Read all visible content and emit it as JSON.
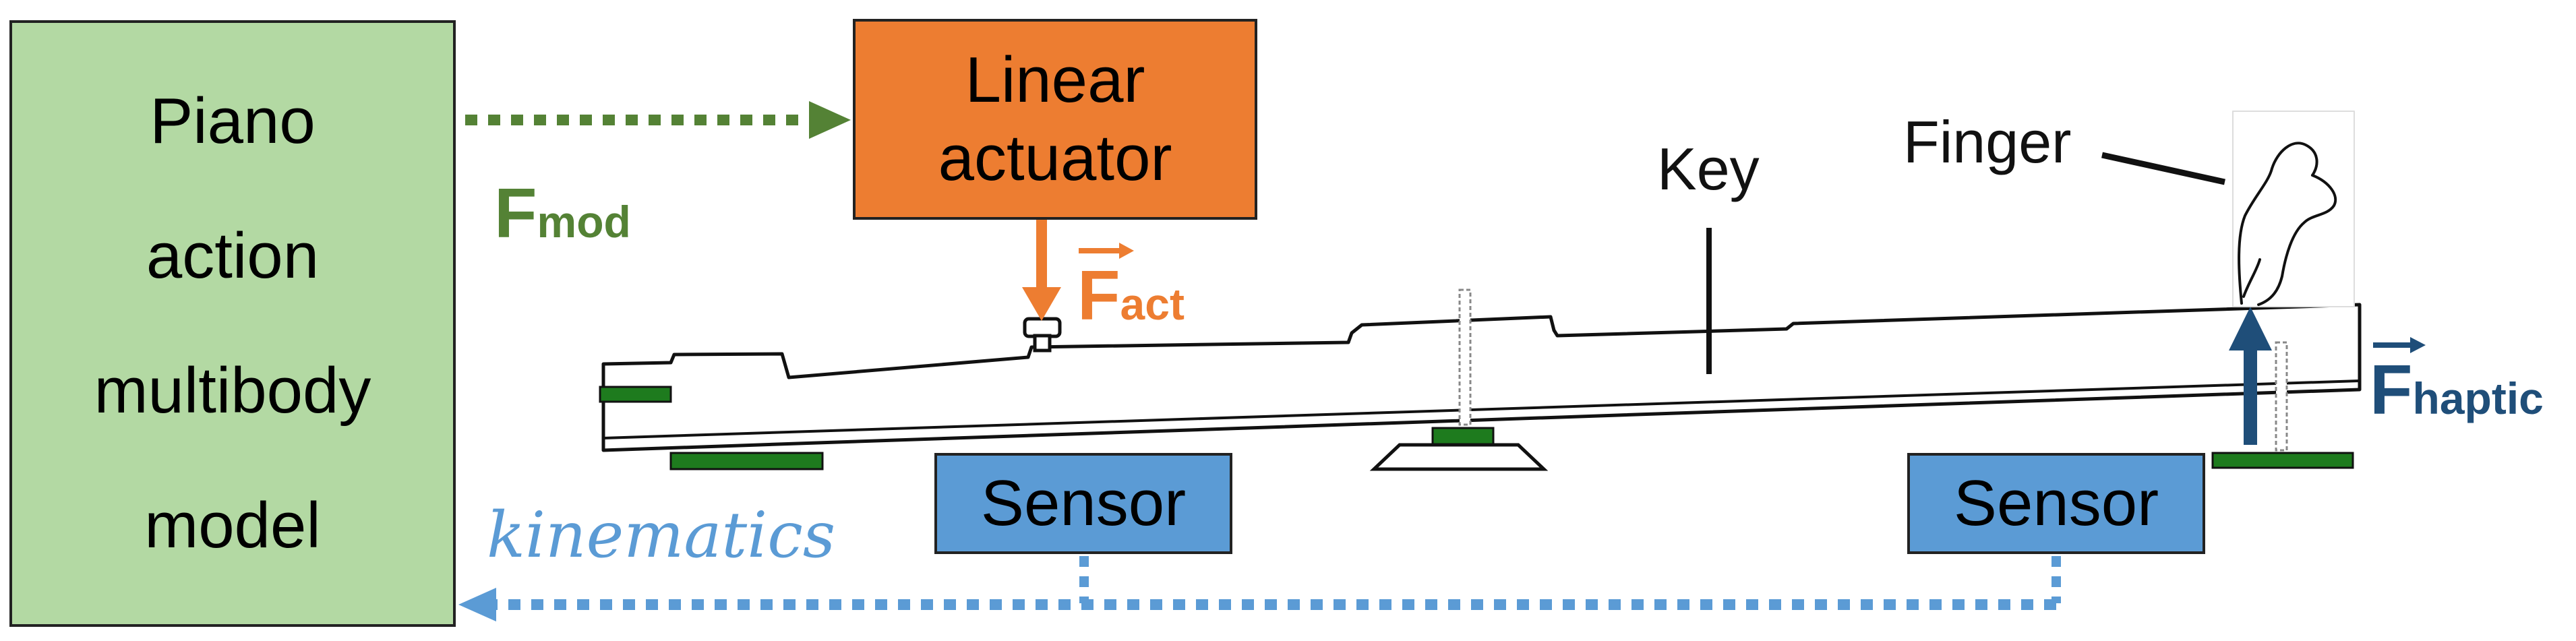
{
  "model_box": {
    "lines": [
      "Piano",
      "action",
      "multibody",
      "model"
    ]
  },
  "actuator_box": {
    "lines": [
      "Linear",
      "actuator"
    ]
  },
  "sensors": {
    "left_label": "Sensor",
    "right_label": "Sensor"
  },
  "labels": {
    "key": "Key",
    "finger": "Finger",
    "kinematics": "kinematics"
  },
  "forces": {
    "mod": {
      "symbol": "F",
      "subscript": "mod"
    },
    "act": {
      "symbol": "F",
      "subscript": "act"
    },
    "haptic": {
      "symbol": "F",
      "subscript": "haptic"
    }
  },
  "colors": {
    "model_fill": "#b3d9a3",
    "actuator_fill": "#ed7d31",
    "sensor_fill": "#5b9bd5",
    "mod_arrow": "#548235",
    "kinematics_arrow": "#5b9bd5",
    "haptic_arrow": "#1f4e79",
    "felt_pad": "#1e7b1e"
  }
}
